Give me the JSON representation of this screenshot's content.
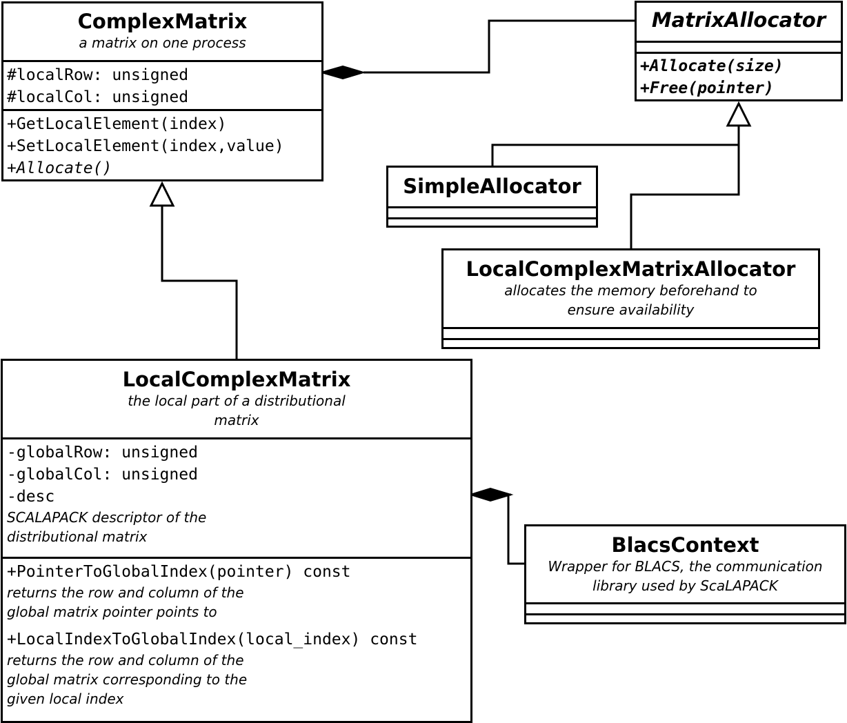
{
  "classes": {
    "complex_matrix": {
      "name": "ComplexMatrix",
      "description": "a matrix on one process",
      "attributes": [
        "#localRow: unsigned",
        "#localCol: unsigned"
      ],
      "methods": [
        "+GetLocalElement(index)",
        "+SetLocalElement(index,value)",
        "+Allocate()"
      ]
    },
    "matrix_allocator": {
      "name": "MatrixAllocator",
      "abstract": true,
      "methods": [
        "+Allocate(size)",
        "+Free(pointer)"
      ]
    },
    "simple_allocator": {
      "name": "SimpleAllocator"
    },
    "local_complex_matrix_allocator": {
      "name": "LocalComplexMatrixAllocator",
      "description_lines": [
        "allocates the memory beforehand to",
        "ensure availability"
      ]
    },
    "local_complex_matrix": {
      "name": "LocalComplexMatrix",
      "description_lines": [
        "the local part of a distributional",
        "matrix"
      ],
      "attributes": [
        "-globalRow: unsigned",
        "-globalCol: unsigned",
        "-desc"
      ],
      "attribute_note": [
        "SCALAPACK descriptor of the",
        "distributional matrix"
      ],
      "methods": [
        {
          "signature": "+PointerToGlobalIndex(pointer) const",
          "note": [
            "returns the row and column of the",
            "global matrix pointer points to"
          ]
        },
        {
          "signature": "+LocalIndexToGlobalIndex(local_index) const",
          "note": [
            "returns the row and column of the",
            "global matrix corresponding to the",
            "given local index"
          ]
        }
      ]
    },
    "blacs_context": {
      "name": "BlacsContext",
      "description_lines": [
        "Wrapper for BLACS, the communication",
        "library used by ScaLAPACK"
      ]
    }
  },
  "relationships": [
    {
      "type": "composition",
      "whole": "ComplexMatrix",
      "part": "MatrixAllocator"
    },
    {
      "type": "generalization",
      "child": "SimpleAllocator",
      "parent": "MatrixAllocator"
    },
    {
      "type": "generalization",
      "child": "LocalComplexMatrixAllocator",
      "parent": "MatrixAllocator"
    },
    {
      "type": "generalization",
      "child": "LocalComplexMatrix",
      "parent": "ComplexMatrix"
    },
    {
      "type": "composition",
      "whole": "LocalComplexMatrix",
      "part": "BlacsContext"
    }
  ]
}
